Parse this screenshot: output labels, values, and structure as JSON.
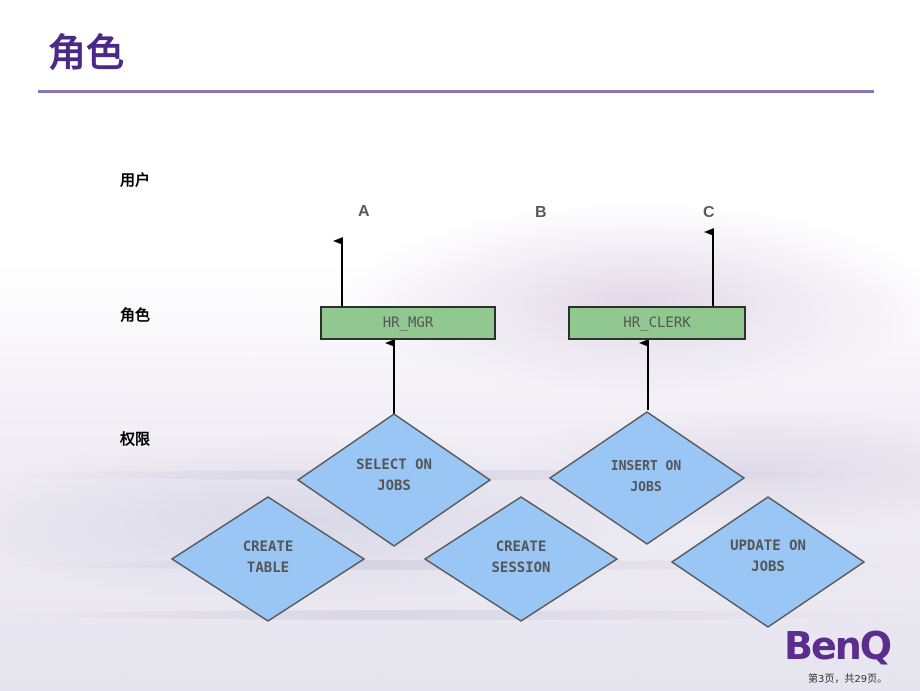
{
  "title": "角色",
  "rows": {
    "users": "用户",
    "roles": "角色",
    "privileges": "权限"
  },
  "users": [
    "A",
    "B",
    "C"
  ],
  "roles": [
    "HR_MGR",
    "HR_CLERK"
  ],
  "privileges": [
    {
      "line1": "SELECT ON",
      "line2": "JOBS"
    },
    {
      "line1": "INSERT ON",
      "line2": "JOBS"
    },
    {
      "line1": "CREATE",
      "line2": "TABLE"
    },
    {
      "line1": "CREATE",
      "line2": "SESSION"
    },
    {
      "line1": "UPDATE ON",
      "line2": "JOBS"
    }
  ],
  "logo": "BenQ",
  "page_number": "第3页，共29页。",
  "colors": {
    "title": "#4b2a87",
    "rule": "#8f74b8",
    "role_fill": "#90c890",
    "diamond_fill": "#99c6f5",
    "logo": "#5b2d8c"
  }
}
